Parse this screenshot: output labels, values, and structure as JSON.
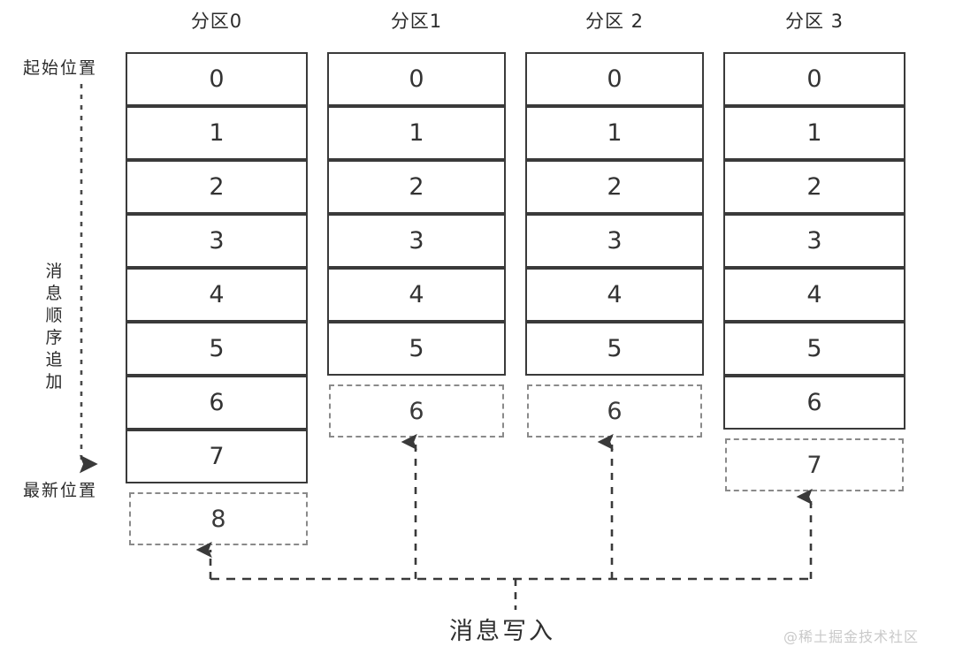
{
  "diagram": {
    "title_label": "消息写入",
    "watermark": "@稀土掘金技术社区",
    "side_labels": {
      "start": "起始位置",
      "latest": "最新位置",
      "order_append": "消息顺序追加"
    },
    "colors": {
      "solid_border": "#3a3a3a",
      "dashed_border": "#8a8a8a",
      "text": "#2b2b2b",
      "watermark": "#c9c9c9",
      "background": "#ffffff"
    },
    "partitions": [
      {
        "header": "分区0",
        "solid_cells": [
          "0",
          "1",
          "2",
          "3",
          "4",
          "5",
          "6",
          "7"
        ],
        "pending_cells": [
          "8"
        ]
      },
      {
        "header": "分区1",
        "solid_cells": [
          "0",
          "1",
          "2",
          "3",
          "4",
          "5"
        ],
        "pending_cells": [
          "6"
        ]
      },
      {
        "header": "分区 2",
        "solid_cells": [
          "0",
          "1",
          "2",
          "3",
          "4",
          "5"
        ],
        "pending_cells": [
          "6"
        ]
      },
      {
        "header": "分区 3",
        "solid_cells": [
          "0",
          "1",
          "2",
          "3",
          "4",
          "5",
          "6"
        ],
        "pending_cells": [
          "7"
        ]
      }
    ]
  }
}
